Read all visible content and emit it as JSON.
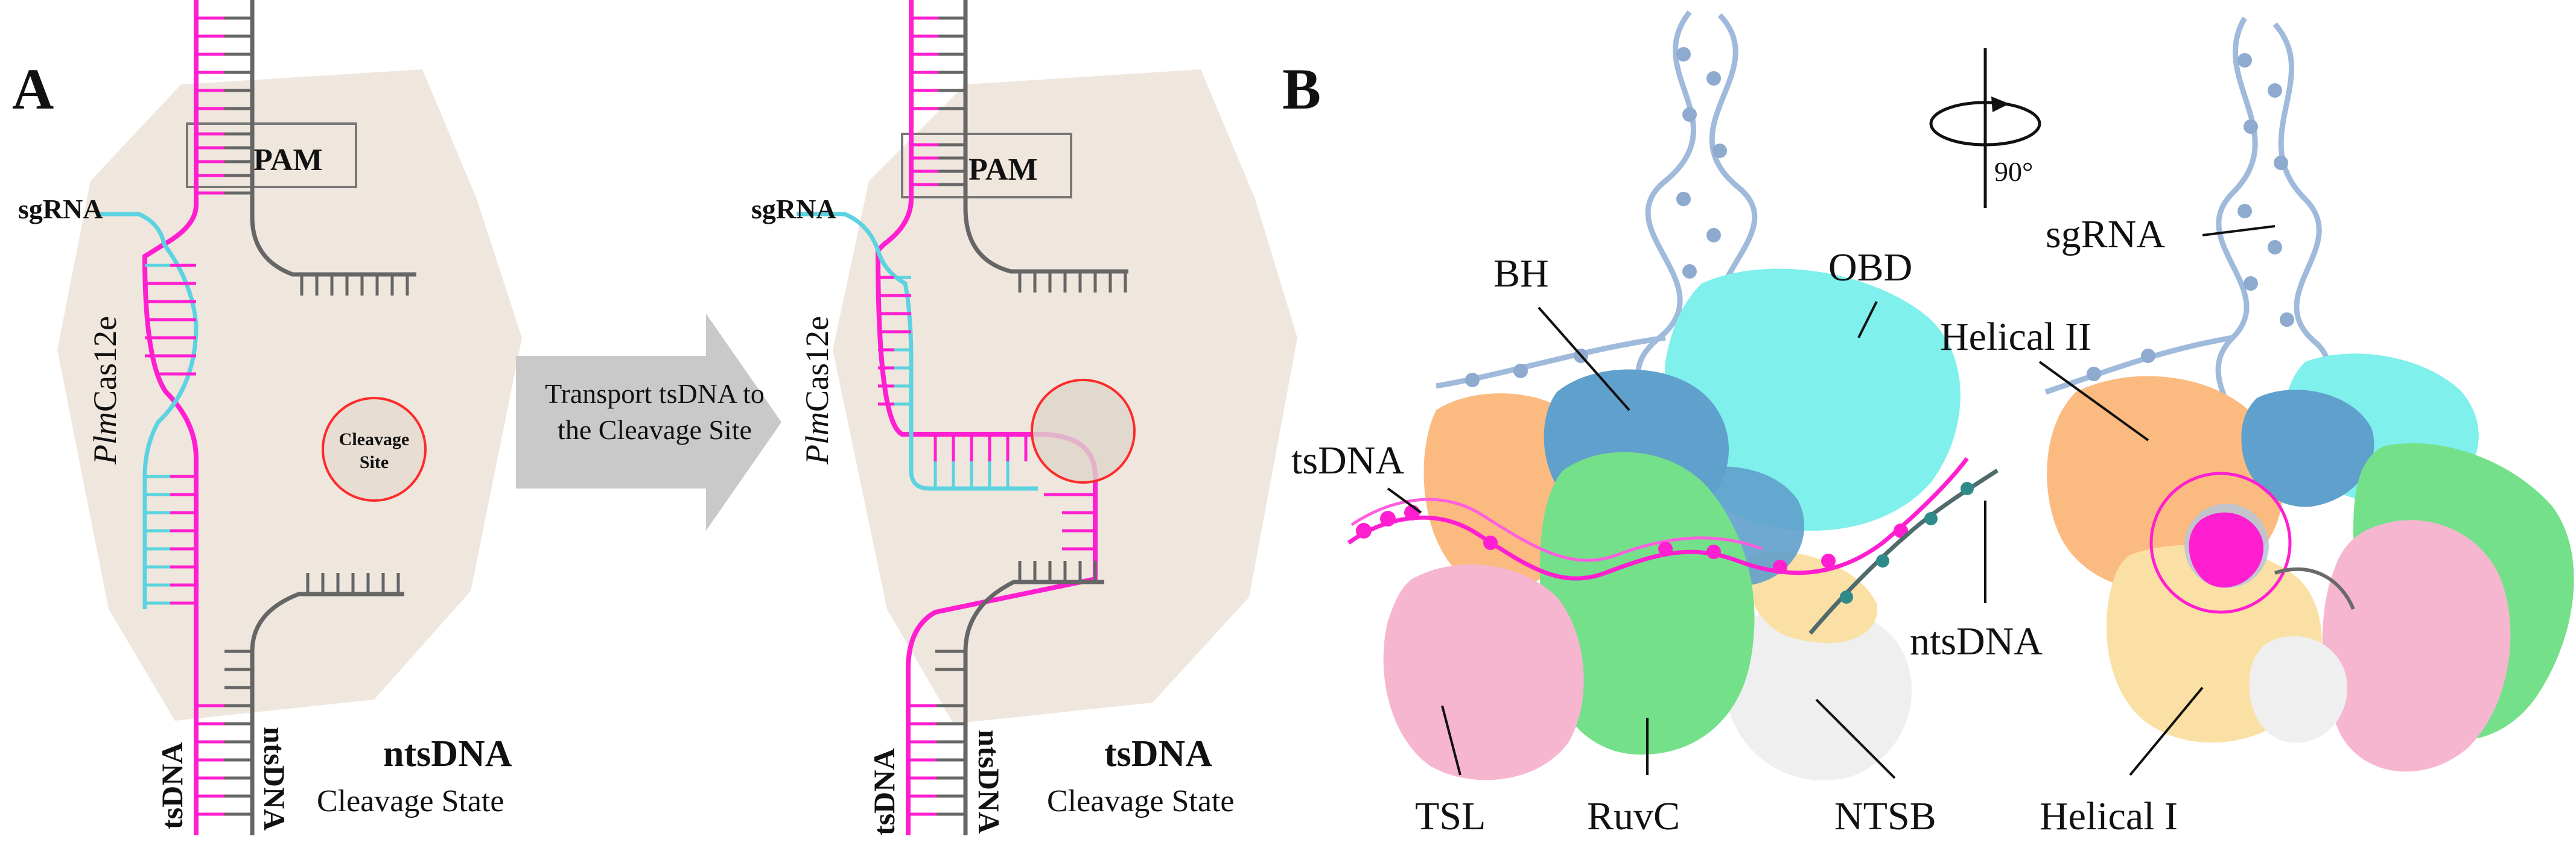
{
  "panel_a": {
    "letter": "A",
    "left": {
      "pam": "PAM",
      "sgrna": "sgRNA",
      "protein_prefix": "Plm",
      "protein_suffix": "Cas12e",
      "cleavage_line1": "Cleavage",
      "cleavage_line2": "Site",
      "tsdna": "tsDNA",
      "ntsdna": "ntsDNA",
      "state_title": "ntsDNA",
      "state_sub": "Cleavage State"
    },
    "arrow": {
      "line1": "Transport tsDNA to",
      "line2": "the Cleavage Site"
    },
    "right": {
      "pam": "PAM",
      "sgrna": "sgRNA",
      "protein_prefix": "Plm",
      "protein_suffix": "Cas12e",
      "tsdna": "tsDNA",
      "ntsdna": "ntsDNA",
      "state_title": "tsDNA",
      "state_sub": "Cleavage State"
    }
  },
  "panel_b": {
    "letter": "B",
    "rotation": "90°",
    "labels": {
      "bh": "BH",
      "obd": "OBD",
      "tsdna": "tsDNA",
      "ntsdna": "ntsDNA",
      "tsl": "TSL",
      "ruvc": "RuvC",
      "ntsb": "NTSB",
      "sgrna": "sgRNA",
      "helical2": "Helical II",
      "helical1": "Helical I"
    }
  },
  "colors": {
    "tsdna": "#ff1fd0",
    "sgrna": "#5bd3e0",
    "ntsdna": "#666666",
    "protein_bg": "#efe6dd",
    "cleavage": "#ff2a2a",
    "obd": "#7ff0ec",
    "bh": "#5fa0cc",
    "ruvc": "#74e08a",
    "tsl": "#f7b6cf",
    "helical2": "#fbbb80",
    "helical1": "#fbe0a6",
    "ntsb": "#efefef",
    "rna_backbone": "#9fbadb"
  }
}
